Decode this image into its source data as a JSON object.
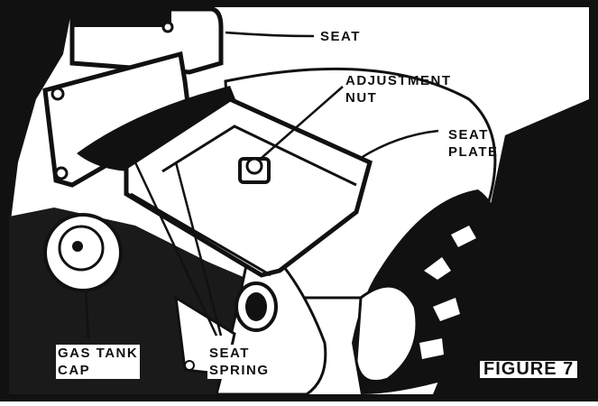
{
  "figure": {
    "caption": "FIGURE 7",
    "labels": {
      "seat": "SEAT",
      "adjustment_nut_line1": "ADJUSTMENT",
      "adjustment_nut_line2": "NUT",
      "seat_plate_line1": "SEAT",
      "seat_plate_line2": "PLATE",
      "gas_tank_cap_line1": "GAS TANK",
      "gas_tank_cap_line2": "CAP",
      "seat_spring_line1": "SEAT",
      "seat_spring_line2": "SPRING"
    }
  },
  "colors": {
    "ink": "#111111",
    "paper": "#ffffff"
  }
}
